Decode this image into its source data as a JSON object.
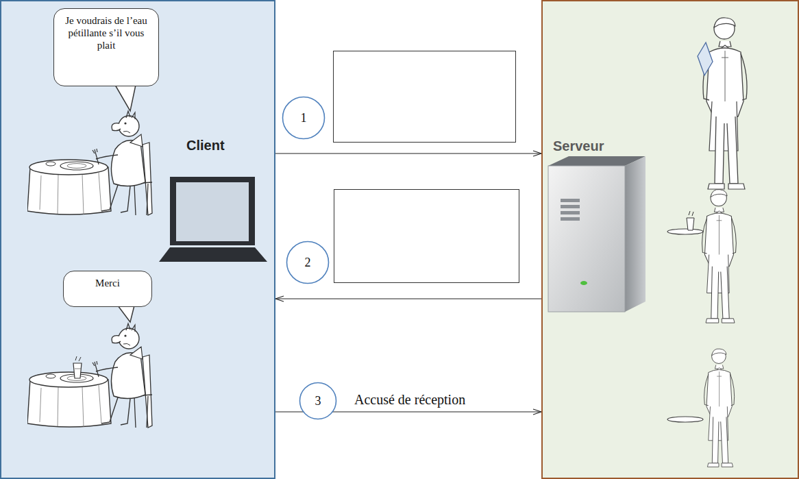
{
  "diagram": {
    "nodes": [
      {
        "text": [
          "Client"
        ]
      },
      {
        "text": [
          "Je voudrais de l’eau pétillante s’il vous plait"
        ],
        "in": 0
      },
      {
        "text": [
          "Merci"
        ],
        "in": 0
      },
      {
        "text": [
          "1"
        ]
      },
      {
        "text": [
          "2"
        ]
      },
      {
        "text": [
          "3"
        ]
      },
      {
        "text": [
          "Serveur"
        ]
      }
    ],
    "edges": [
      {
        "from": 0,
        "to": 6,
        "arrow": "to"
      },
      {
        "from": 6,
        "to": 0,
        "arrow": "to"
      },
      {
        "from": 0,
        "to": 6,
        "label": "Accusé de réception",
        "arrow": "to"
      }
    ]
  }
}
